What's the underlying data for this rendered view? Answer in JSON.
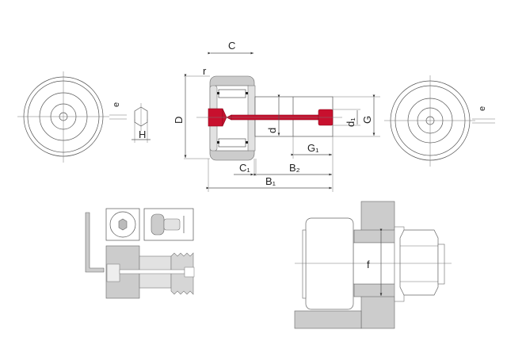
{
  "labels": {
    "C": "C",
    "r": "r",
    "D": "D",
    "d": "d",
    "d1": "d₁",
    "G": "G",
    "G1": "G₁",
    "C1": "C₁",
    "B2": "B₂",
    "B1": "B₁",
    "e_left": "e",
    "e_right": "e",
    "H": "H",
    "f": "f"
  },
  "colors": {
    "stud_highlight": "#c8102e",
    "body": "#cccccc"
  }
}
